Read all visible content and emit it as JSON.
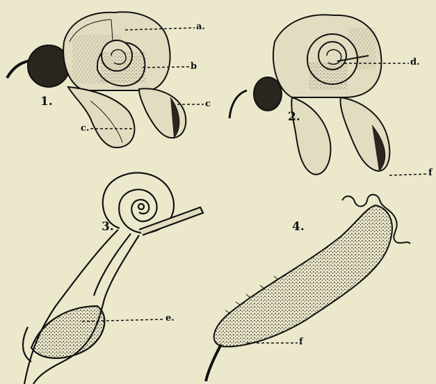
{
  "figures": [
    {
      "number": "1.",
      "callouts": [
        "a.",
        "b",
        "c",
        "c."
      ]
    },
    {
      "number": "2.",
      "callouts": [
        "d."
      ]
    },
    {
      "number": "3.",
      "callouts": [
        "e."
      ]
    },
    {
      "number": "4.",
      "callouts": [
        "f",
        "f"
      ]
    }
  ],
  "colors": {
    "paper": "#ece8cc",
    "ink": "#111111",
    "petal_fill": "#e2dcc0",
    "shade": "#3a352c"
  }
}
